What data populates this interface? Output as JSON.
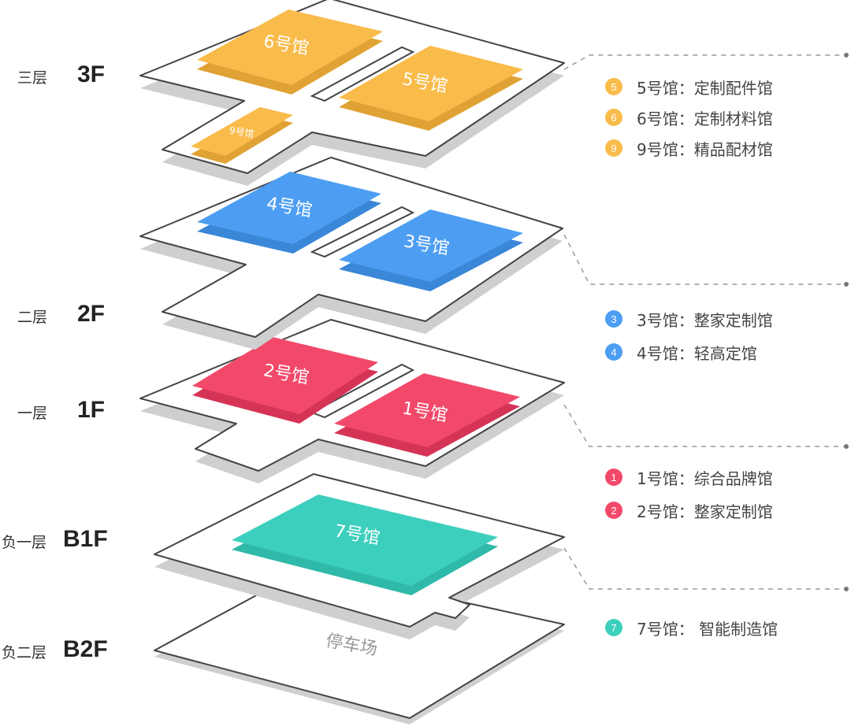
{
  "colors": {
    "yellow": "#f9bb4a",
    "blue": "#4d9ef2",
    "red": "#f2496a",
    "teal": "#3dcfbd",
    "slab_top": "#ffffff",
    "slab_edge": "#cfcfcf",
    "slab_stroke": "#444444",
    "leader_line": "#999999"
  },
  "floors": [
    {
      "cn": "三层",
      "code": "3F"
    },
    {
      "cn": "二层",
      "code": "2F"
    },
    {
      "cn": "一层",
      "code": "1F"
    },
    {
      "cn": "负一层",
      "code": "B1F"
    },
    {
      "cn": "负二层",
      "code": "B2F"
    }
  ],
  "halls": {
    "h6": "6号馆",
    "h5": "5号馆",
    "h9": "9号馆",
    "h4": "4号馆",
    "h3": "3号馆",
    "h2": "2号馆",
    "h1": "1号馆",
    "h7": "7号馆",
    "parking": "停车场"
  },
  "legend": [
    {
      "num": "5",
      "text": "5号馆：定制配件馆",
      "color": "yellow"
    },
    {
      "num": "6",
      "text": "6号馆：定制材料馆",
      "color": "yellow"
    },
    {
      "num": "9",
      "text": "9号馆：精品配材馆",
      "color": "yellow"
    },
    {
      "num": "3",
      "text": "3号馆：整家定制馆",
      "color": "blue"
    },
    {
      "num": "4",
      "text": "4号馆：轻高定馆",
      "color": "blue"
    },
    {
      "num": "1",
      "text": "1号馆：综合品牌馆",
      "color": "red"
    },
    {
      "num": "2",
      "text": "2号馆：整家定制馆",
      "color": "red"
    },
    {
      "num": "7",
      "text": "7号馆： 智能制造馆",
      "color": "teal"
    }
  ]
}
